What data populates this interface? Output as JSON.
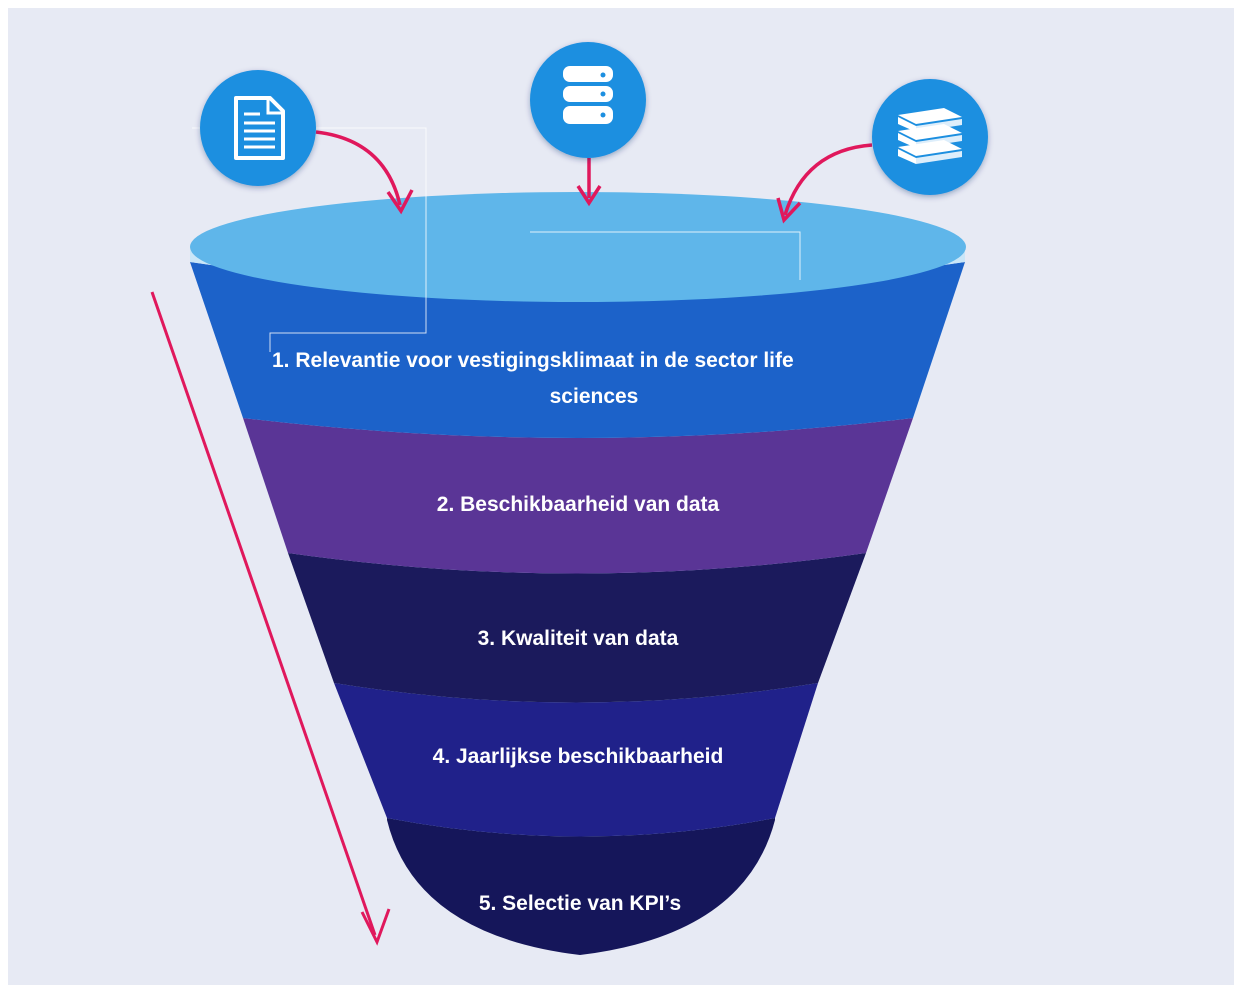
{
  "sources": [
    {
      "icon": "document-icon"
    },
    {
      "icon": "database-icon"
    },
    {
      "icon": "books-icon"
    }
  ],
  "stages": [
    {
      "line1": "1.    Relevantie voor vestigingsklimaat  in de sector life",
      "line2": "sciences",
      "color": "#1c62c9"
    },
    {
      "line1": "2. Beschikbaarheid van data",
      "color": "#5a3596"
    },
    {
      "line1": "3. Kwaliteit van data",
      "color": "#1b1a5c"
    },
    {
      "line1": "4. Jaarlijkse beschikbaarheid",
      "color": "#20218a"
    },
    {
      "line1": "5. Selectie van KPI’s",
      "color": "#15165a"
    }
  ],
  "colors": {
    "background": "#e7eaf4",
    "funnel_top": "#5fb6ea",
    "rim": "#c9e6f8",
    "icon_circle": "#1f8fe0",
    "arrow": "#e0185c"
  }
}
